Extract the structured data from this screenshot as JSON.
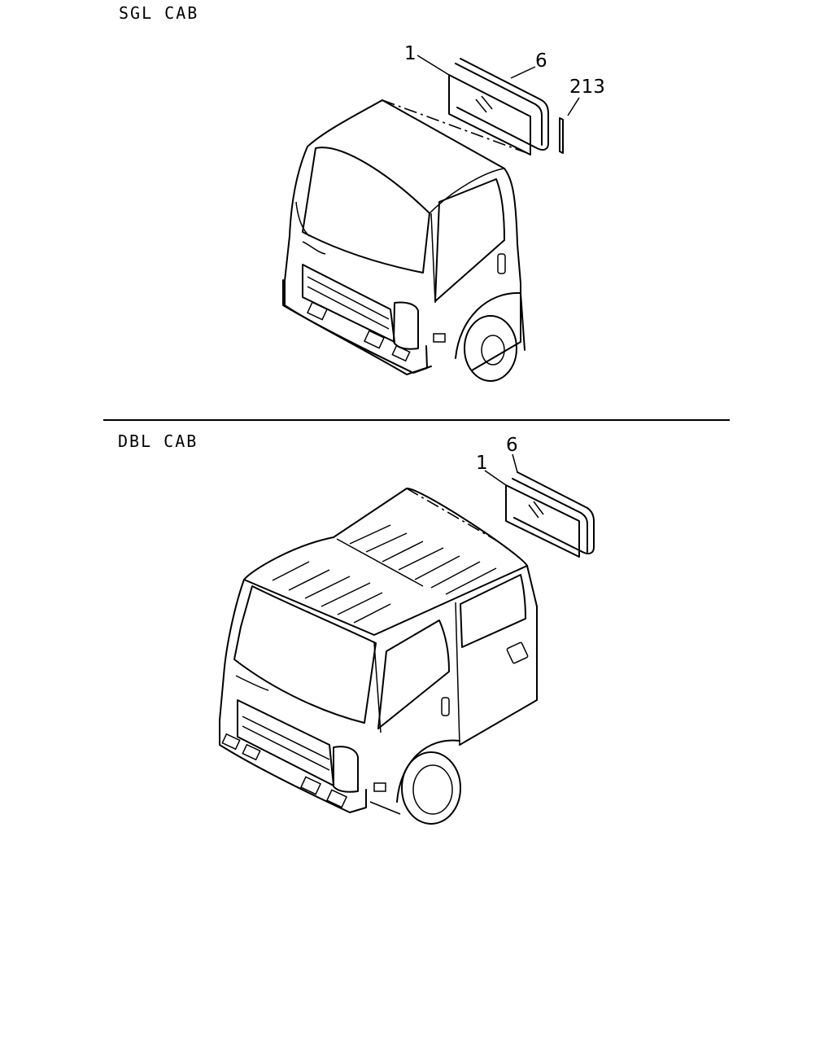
{
  "sections": [
    {
      "title": "SGL CAB",
      "callouts": [
        "1",
        "6",
        "213"
      ]
    },
    {
      "title": "DBL CAB",
      "callouts": [
        "6",
        "1"
      ]
    }
  ]
}
